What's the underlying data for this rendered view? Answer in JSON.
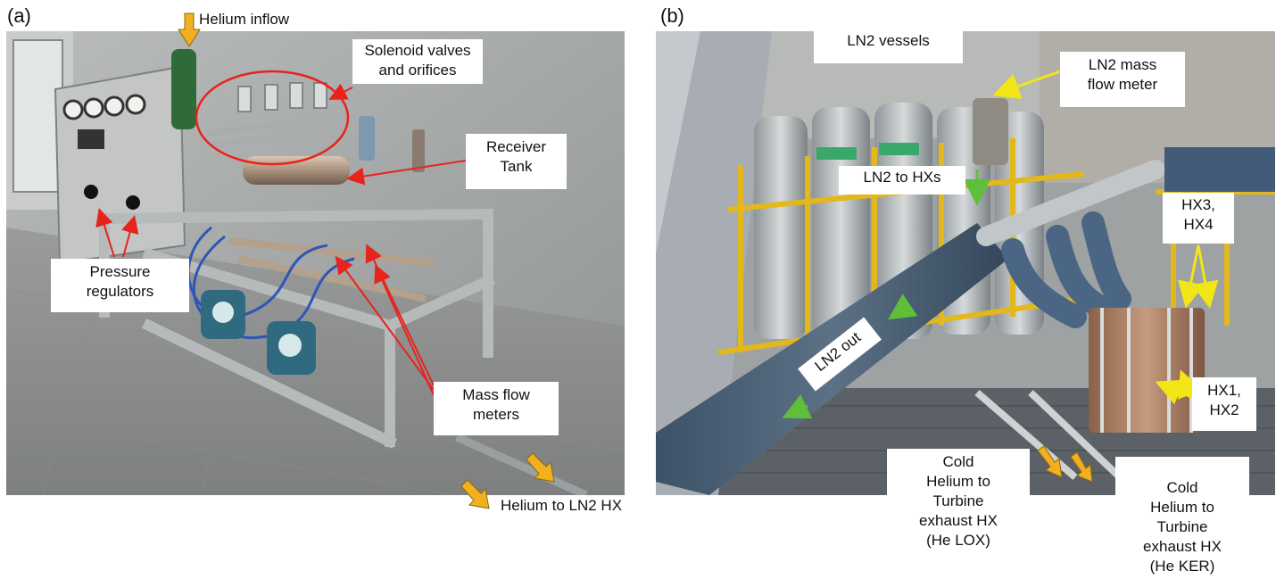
{
  "panels": {
    "a": {
      "letter": "(a)",
      "labels": {
        "helium_inflow": "Helium inflow",
        "solenoid": "Solenoid valves\nand orifices",
        "receiver": "Receiver\nTank",
        "pressure_regulators": "Pressure\nregulators",
        "mass_flow_meters": "Mass flow\nmeters",
        "helium_to_ln2": "Helium to LN2 HX"
      }
    },
    "b": {
      "letter": "(b)",
      "labels": {
        "ln2_vessels": "LN2 vessels",
        "ln2_mass_flow": "LN2 mass\nflow meter",
        "ln2_to_hxs": "LN2 to HXs",
        "hx34": "HX3,\nHX4",
        "ln2_out": "LN2 out",
        "hx12": "HX1,\nHX2",
        "cold_lox": "Cold\nHelium to\nTurbine\nexhaust HX\n(He LOX)",
        "cold_ker": "Cold\nHelium to\nTurbine\nexhaust HX\n(He KER)"
      }
    }
  },
  "colors": {
    "arrow_red": "#e8231c",
    "arrow_yellow": "#f2e616",
    "arrow_orange": "#f0b020",
    "arrow_green": "#5fbf3a"
  }
}
